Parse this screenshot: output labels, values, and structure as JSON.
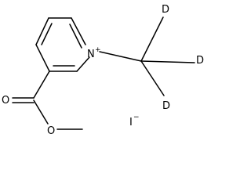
{
  "molecule": {
    "atoms": {
      "nitrogen": "N",
      "nitrogen_charge": "+",
      "carbonyl_oxygen": "O",
      "ester_oxygen": "O",
      "deuterium_top": "D",
      "deuterium_right": "D",
      "deuterium_bottom": "D"
    },
    "counterion": {
      "symbol": "I",
      "charge": "−"
    }
  },
  "colors": {
    "ink": "#000000",
    "background": "#ffffff"
  }
}
